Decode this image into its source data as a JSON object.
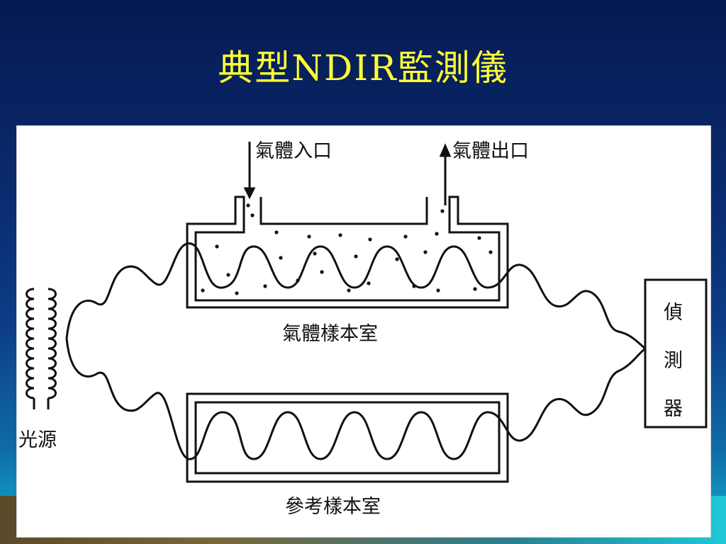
{
  "slide": {
    "title": "典型NDIR監測儀"
  },
  "diagram": {
    "gas_inlet_label": "氣體入口",
    "gas_outlet_label": "氣體出口",
    "sample_cell_label": "氣體樣本室",
    "reference_cell_label": "參考樣本室",
    "light_source_label": "光源",
    "detector_label_chars": [
      "偵",
      "測",
      "器"
    ]
  },
  "colors": {
    "title": "#ffff33",
    "ink": "#111111"
  }
}
